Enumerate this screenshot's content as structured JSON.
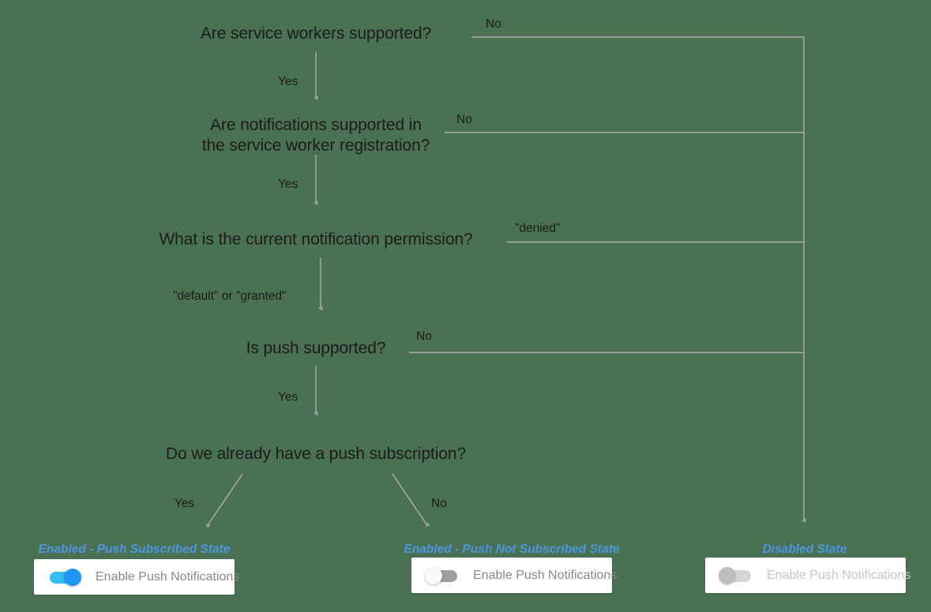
{
  "diagram": {
    "title": "Push notification support decision flow",
    "background_color": "#4a7153",
    "line_color": "#b0b0b0",
    "text_color": "#1b1b1b",
    "state_label_color": "#4d96e0",
    "nodes": [
      {
        "id": "q1",
        "text": "Are service workers supported?"
      },
      {
        "id": "q2_line1",
        "text": "Are notifications supported in"
      },
      {
        "id": "q2_line2",
        "text": "the service worker registration?"
      },
      {
        "id": "q3",
        "text": "What is the current notification permission?"
      },
      {
        "id": "q4",
        "text": "Is push supported?"
      },
      {
        "id": "q5",
        "text": "Do we already have a push subscription?"
      }
    ],
    "edge_labels": [
      {
        "id": "e1_no",
        "text": "No"
      },
      {
        "id": "e1_yes",
        "text": "Yes"
      },
      {
        "id": "e2_no",
        "text": "No"
      },
      {
        "id": "e2_yes",
        "text": "Yes"
      },
      {
        "id": "e3_denied",
        "text": "\"denied\""
      },
      {
        "id": "e3_default",
        "text": "\"default\" or \"granted\""
      },
      {
        "id": "e4_no",
        "text": "No"
      },
      {
        "id": "e4_yes",
        "text": "Yes"
      },
      {
        "id": "e5_yes",
        "text": "Yes"
      },
      {
        "id": "e5_no",
        "text": "No"
      }
    ],
    "outcomes": [
      {
        "id": "outcome-subscribed",
        "state_label": "Enabled - Push Subscribed State",
        "toggle": {
          "state": "on",
          "label": "Enable Push Notifications",
          "track_color": "#34c0f5",
          "knob_color": "#2196f3"
        }
      },
      {
        "id": "outcome-not-subscribed",
        "state_label": "Enabled - Push Not Subscribed State",
        "toggle": {
          "state": "off",
          "label": "Enable Push Notifications",
          "track_color": "#9e9e9e",
          "knob_color": "#fafafa"
        }
      },
      {
        "id": "outcome-disabled",
        "state_label": "Disabled State",
        "toggle": {
          "state": "disabled",
          "label": "Enable Push Notifications",
          "track_color": "#d4d4d4",
          "knob_color": "#bdbdbd"
        }
      }
    ]
  }
}
